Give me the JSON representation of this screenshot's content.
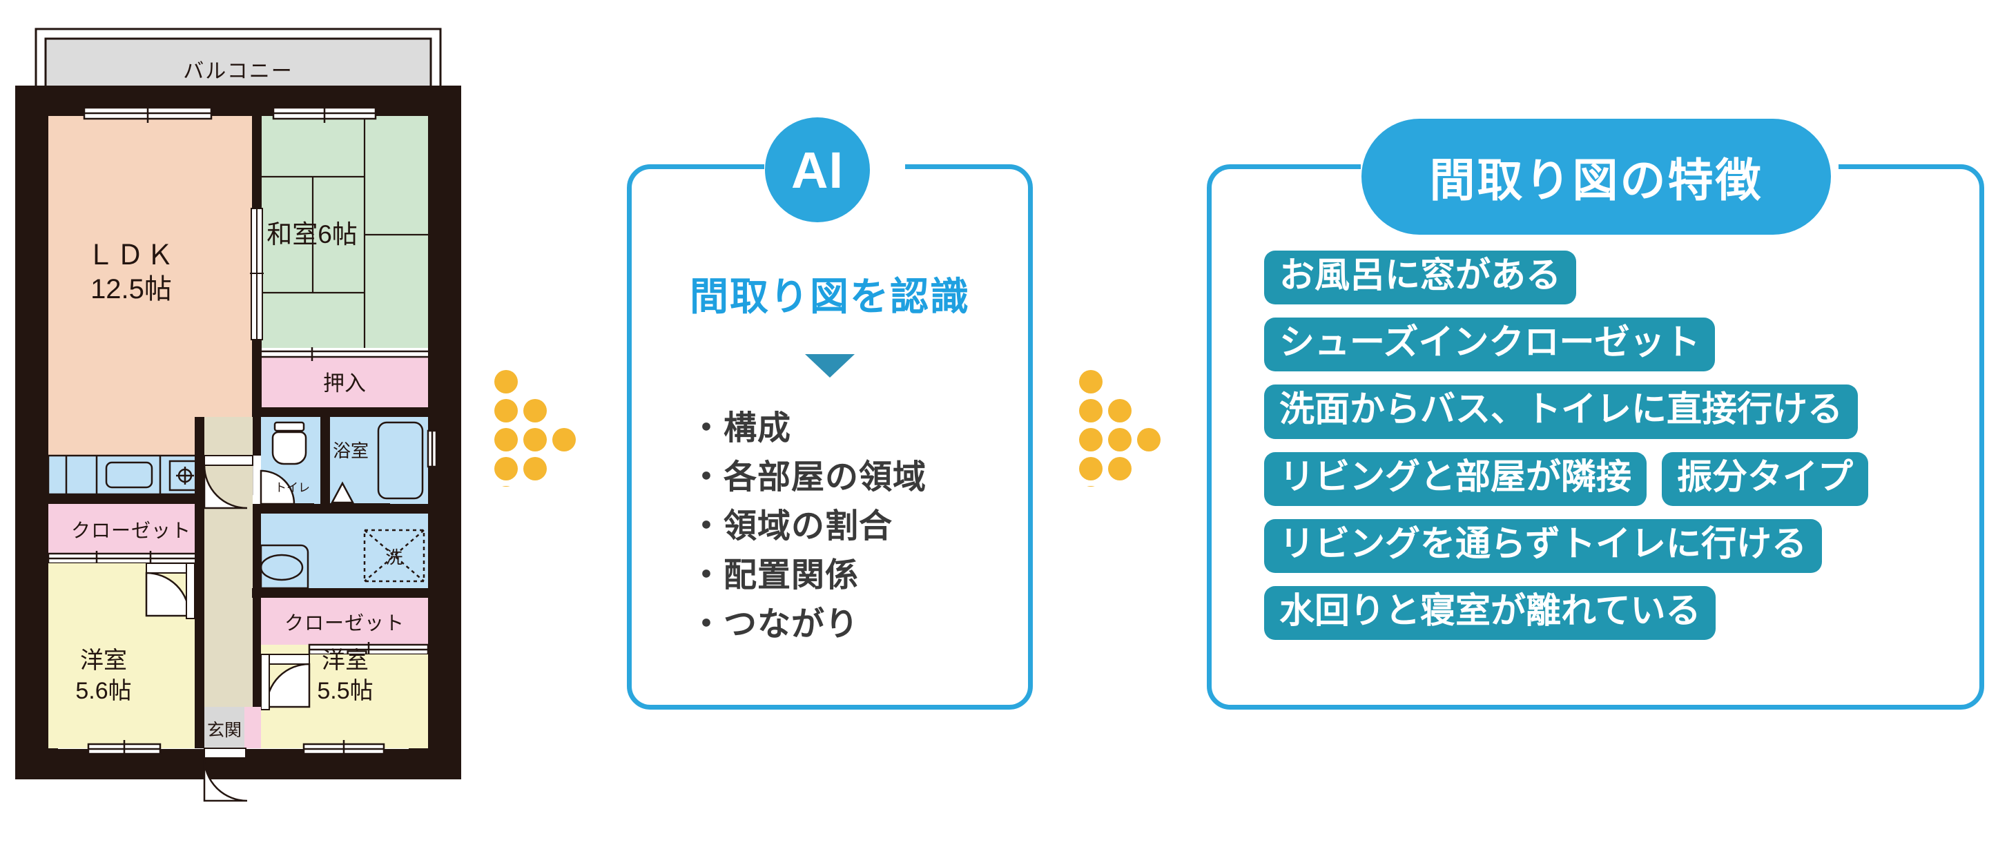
{
  "floorplan": {
    "balcony_label": "バルコニー",
    "ldk_name": "ＬＤＫ",
    "ldk_size": "12.5帖",
    "washitsu_label": "和室6帖",
    "oshiire_label": "押入",
    "toilet_label": "トイレ",
    "bath_label": "浴室",
    "washer_label": "洗",
    "closet_left_label": "クローゼット",
    "closet_right_label": "クローゼット",
    "room_left_name": "洋室",
    "room_left_size": "5.6帖",
    "room_right_name": "洋室",
    "room_right_size": "5.5帖",
    "entrance_label": "玄関",
    "colors": {
      "wall": "#231510",
      "ldk": "#f6d4bd",
      "washitsu": "#cfe6cf",
      "closet": "#f7cee0",
      "water": "#bfe0f5",
      "room": "#f8f4c8",
      "balcony": "#dcdcdc",
      "hallway": "#e2dcc4",
      "entrance": "#d8d8d8"
    }
  },
  "ai_panel": {
    "badge_label": "AI",
    "title": "間取り図を認識",
    "items": [
      "・構成",
      "・各部屋の領域",
      "・領域の割合",
      "・配置関係",
      "・つながり"
    ]
  },
  "features_panel": {
    "badge_label": "間取り図の特徴",
    "rows": [
      [
        "お風呂に窓がある"
      ],
      [
        "シューズインクローゼット"
      ],
      [
        "洗面からバス、トイレに直接行ける"
      ],
      [
        "リビングと部屋が隣接",
        "振分タイプ"
      ],
      [
        "リビングを通らずトイレに行ける"
      ],
      [
        "水回りと寝室が離れている"
      ]
    ]
  },
  "connectors": {
    "dot_color": "#f5b731",
    "pattern": [
      5,
      3,
      1
    ]
  },
  "theme": {
    "accent_blue": "#2ba6dd",
    "tag_teal": "#2196b0",
    "title_blue": "#1fa0e0",
    "highlight": "#dceefa",
    "arrow_blue": "#2d8fb5"
  }
}
